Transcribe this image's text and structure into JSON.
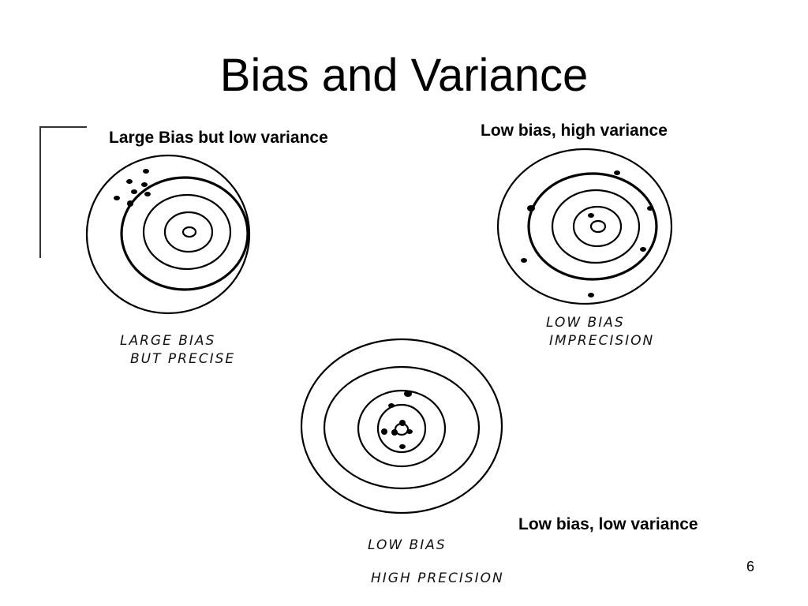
{
  "slide": {
    "title": "Bias and Variance",
    "page_number": "6"
  },
  "panels": [
    {
      "caption": "Large Bias but low variance",
      "handwritten": [
        "LARGE BIAS",
        "BUT PRECISE"
      ]
    },
    {
      "caption": "Low bias, high variance",
      "handwritten": [
        "LOW BIAS",
        "IMPRECISION"
      ]
    },
    {
      "caption": "Low bias, low variance",
      "handwritten": [
        "LOW BIAS",
        "HIGH PRECISION"
      ]
    }
  ]
}
